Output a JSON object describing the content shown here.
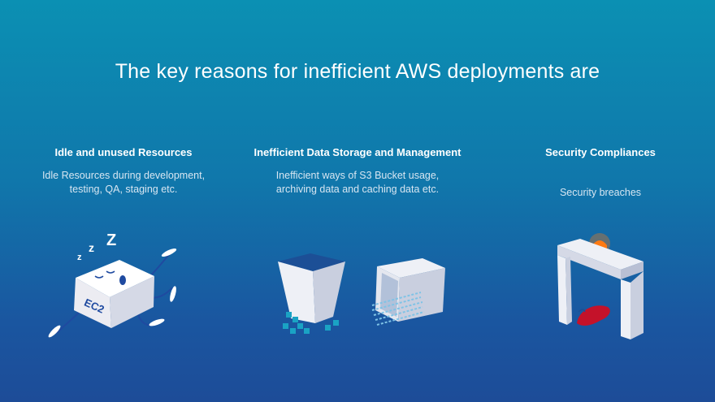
{
  "title": "The key reasons for inefficient AWS deployments are",
  "columns": [
    {
      "heading": "Idle and unused Resources",
      "description": "Idle Resources during development, testing, QA, staging etc.",
      "illustration": {
        "icon": "sleeping-ec2-box-icon",
        "label": "EC2",
        "sleep_text": "z z Z"
      }
    },
    {
      "heading": "Inefficient Data Storage and Management",
      "description": "Inefficient ways of S3 Bucket usage, archiving data and caching data etc.",
      "illustration": {
        "icon": "s3-bucket-storage-icon"
      }
    },
    {
      "heading": "Security Compliances",
      "description": "Security breaches",
      "illustration": {
        "icon": "security-gate-alarm-icon"
      }
    }
  ],
  "colors": {
    "background_top": "#0b90b3",
    "background_bottom": "#1d4c98",
    "accent_alarm": "#ff7a12",
    "accent_breach": "#c4122a",
    "cube_teal": "#1aa3c4"
  }
}
